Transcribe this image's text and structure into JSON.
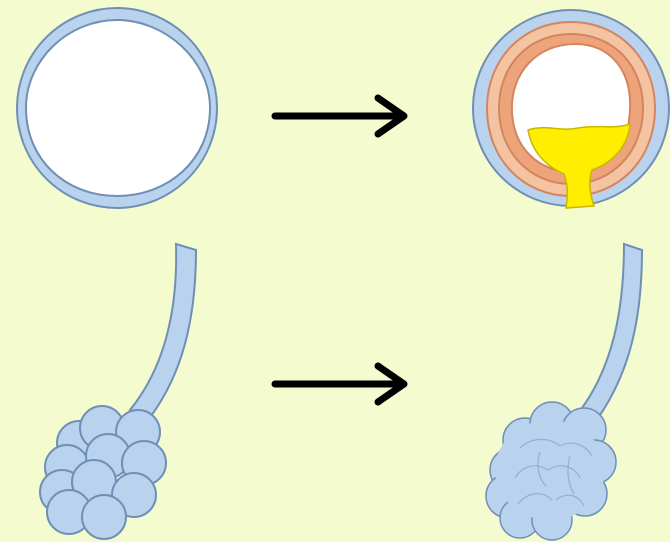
{
  "colors": {
    "background": "#f3fbcf",
    "airway_fill": "#b9d3ef",
    "airway_outline": "#6f8fb5",
    "lumen": "#ffffff",
    "thickened_wall_outer": "#f4c4a2",
    "thickened_wall_inner": "#eea47a",
    "wall_line": "#d4855e",
    "mucus": "#ffee00",
    "mucus_outline": "#c9b800",
    "arrow": "#000000"
  },
  "panels": [
    {
      "row": "airway-cross-section",
      "state": "normal"
    },
    {
      "row": "airway-cross-section",
      "state": "inflamed"
    },
    {
      "row": "bronchiole-with-alveoli",
      "state": "normal"
    },
    {
      "row": "bronchiole-with-alveoli",
      "state": "damaged"
    }
  ],
  "arrows": [
    {
      "icon": "right-arrow-icon"
    },
    {
      "icon": "right-arrow-icon"
    }
  ]
}
